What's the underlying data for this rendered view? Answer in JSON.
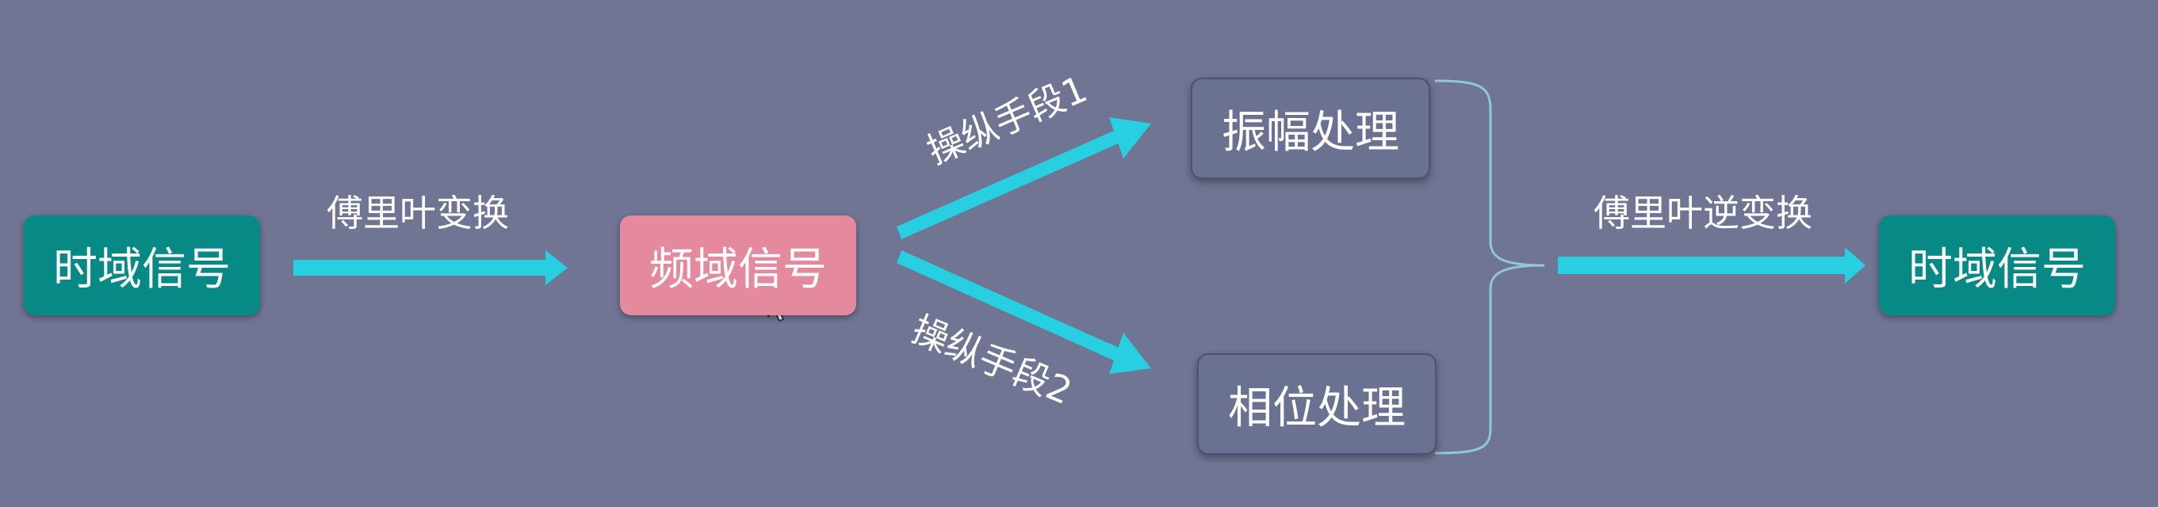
{
  "nodes": {
    "time_left": "时域信号",
    "freq": "频域信号",
    "amplitude": "振幅处理",
    "phase": "相位处理",
    "time_right": "时域信号"
  },
  "edges": {
    "fourier": "傅里叶变换",
    "manip1": "操纵手段1",
    "manip2": "操纵手段2",
    "inverse_fourier": "傅里叶逆变换"
  },
  "colors": {
    "background": "#6f7593",
    "time_node": "#078a86",
    "freq_node": "#e4899e",
    "process_node": "#6b7191",
    "arrow": "#27cfe0",
    "brace": "#8fc8d8"
  }
}
